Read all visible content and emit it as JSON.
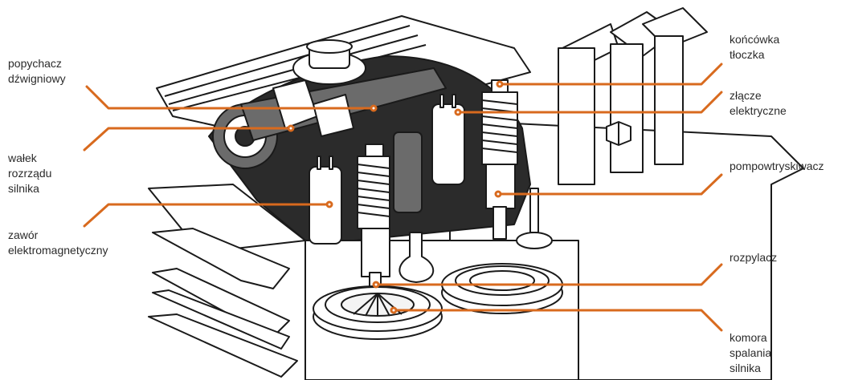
{
  "colors": {
    "leader": "#d86a1e",
    "outline": "#1a1a1a",
    "dark_fill": "#2b2b2b",
    "mid_fill": "#6b6b6b",
    "light_fill": "#f4f4f4"
  },
  "labels": {
    "popychacz": [
      "popychacz",
      "dźwigniowy"
    ],
    "walek": [
      "wałek",
      "rozrządu",
      "silnika"
    ],
    "zawor": [
      "zawór",
      "elektromagnetyczny"
    ],
    "koncowka": [
      "końcówka",
      "tłoczka"
    ],
    "zlacze": [
      "złącze",
      "elektryczne"
    ],
    "pompowtryskiwacz": [
      "pompowtryskiwacz"
    ],
    "rozpylacz": [
      "rozpylacz"
    ],
    "komora": [
      "komora",
      "spalania",
      "silnika"
    ]
  }
}
